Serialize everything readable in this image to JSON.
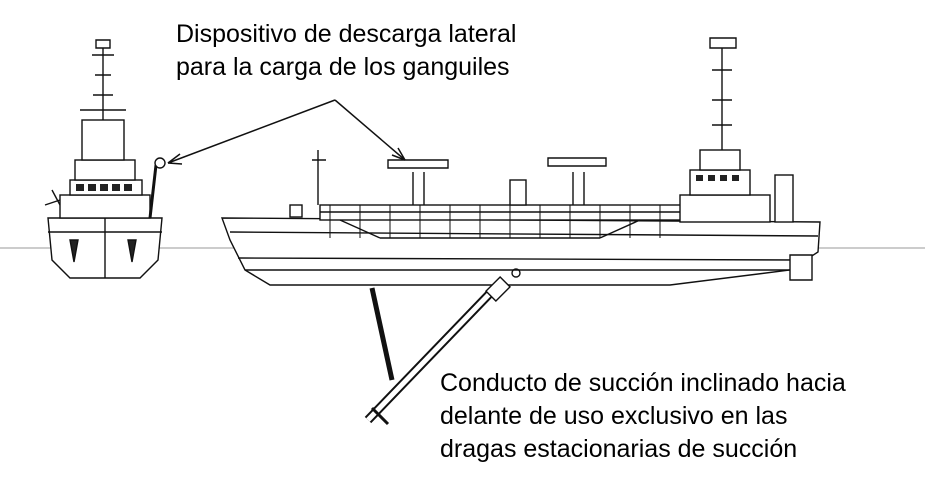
{
  "labels": {
    "discharge_device": [
      "Dispositivo de descarga lateral",
      "para la carga de los ganguiles"
    ],
    "suction_pipe": [
      "Conducto de succión inclinado hacia",
      "delante de uso exclusivo en las",
      "dragas estacionarias de succión"
    ]
  }
}
